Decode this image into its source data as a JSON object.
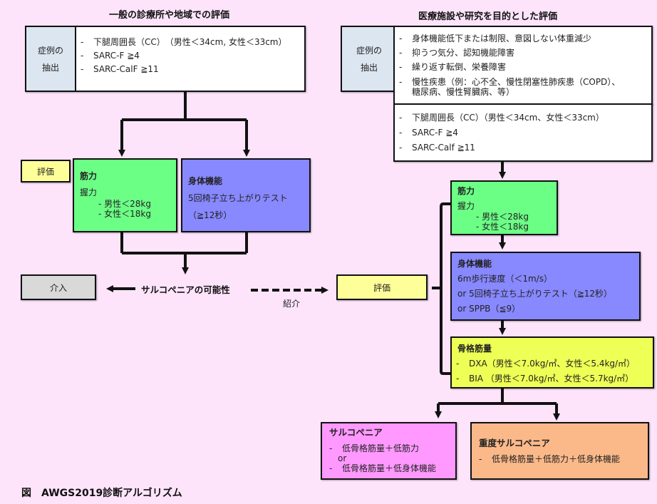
{
  "left": {
    "heading": "一般の診療所や地域での評価",
    "case_label_line1": "症例の",
    "case_label_line2": "抽出",
    "case_items": [
      "下腿周囲長（CC）　（男性＜34cm, 女性＜33cm）",
      "SARC-F ≧4",
      "SARC-CalF ≧11"
    ],
    "eval_label": "評価",
    "muscle_strength": {
      "title": "筋力",
      "sub": "握力",
      "items": [
        "- 男性＜28kg",
        "- 女性＜18kg"
      ]
    },
    "physical_function": {
      "title": "身体機能",
      "line1": "5回椅子立ち上がりテスト",
      "line2": "（≧12秒）"
    },
    "intervention_label": "介入",
    "possible_sarcopenia": "サルコペニアの可能性",
    "referral_label": "紹介"
  },
  "right": {
    "heading": "医療施設や研究を目的とした評価",
    "case_label_line1": "症例の",
    "case_label_line2": "抽出",
    "case_items_top": [
      "身体機能低下または制限、意図しない体重減少",
      "抑うつ気分、認知機能障害",
      "繰り返す転倒、栄養障害",
      "慢性疾患（例：心不全、慢性閉塞性肺疾患（COPD）、",
      "糖尿病、慢性腎臓病、等）"
    ],
    "case_items_bottom": [
      "下腿周囲長（CC）（男性＜34cm、女性＜33cm）",
      "SARC-F ≧4",
      "SARC-Calf ≧11"
    ],
    "eval_label": "評価",
    "muscle_strength": {
      "title": "筋力",
      "sub": "握力",
      "items": [
        "- 男性＜28kg",
        "- 女性＜18kg"
      ]
    },
    "physical_function": {
      "title": "身体機能",
      "lines": [
        "6m歩行速度（＜1m/s）",
        "or 5回椅子立ち上がりテスト（≧12秒）",
        "or SPPB（≦9）"
      ]
    },
    "muscle_mass": {
      "title": "骨格筋量",
      "items": [
        "DXA（男性＜7.0kg/㎡、女性＜5.4kg/㎡）",
        "BIA （男性＜7.0kg/㎡、女性＜5.7kg/㎡）"
      ]
    },
    "sarcopenia": {
      "title": "サルコペニア",
      "item1": "低骨格筋量＋低筋力",
      "or": "or",
      "item2": "低骨格筋量＋低身体機能"
    },
    "severe_sarcopenia": {
      "title": "重度サルコペニア",
      "item1": "低骨格筋量＋低筋力＋低身体機能"
    }
  },
  "caption": "図　AWGS2019診断アルゴリズム",
  "colors": {
    "background": "#fde4fb",
    "label_cell": "#dce6f1",
    "muscle_strength": "#6cff86",
    "physical_function": "#8888ff",
    "evaluation": "#ffff99",
    "muscle_mass": "#eeff55",
    "intervention": "#d9d9d9",
    "sarcopenia": "#ff99ff",
    "severe_sarcopenia": "#fbb98a"
  }
}
